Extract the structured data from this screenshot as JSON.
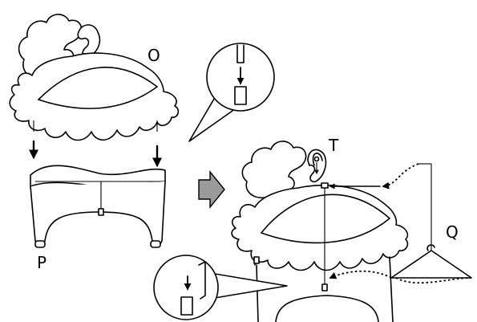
{
  "labels": {
    "o": "O",
    "p": "P",
    "t": "T",
    "q": "Q"
  },
  "colors": {
    "line": "#000000",
    "background": "#ffffff",
    "step_arrow": "#9a9a9a"
  }
}
